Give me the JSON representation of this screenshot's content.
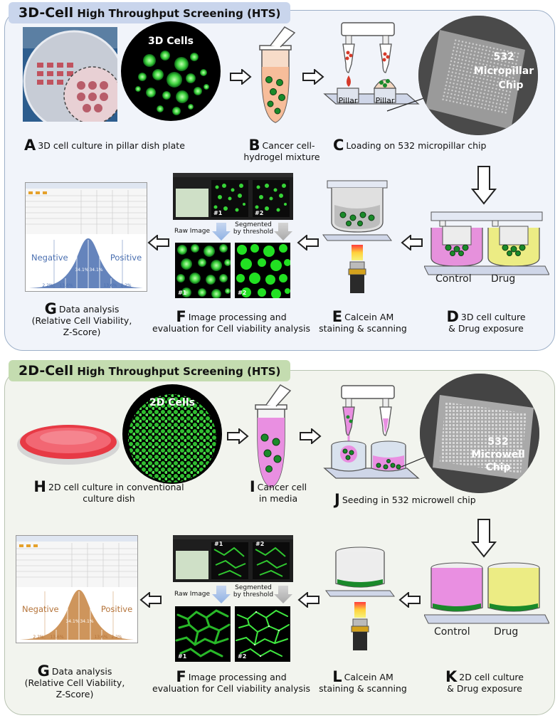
{
  "top": {
    "title_big": "3D-Cell",
    "title_small": " High Throughput Screening (HTS)",
    "cells_label": "3D Cells",
    "chip_label_1": "532",
    "chip_label_2": "Micropillar",
    "chip_label_3": "Chip",
    "pillar_label": "Pillar",
    "raw_image": "Raw Image",
    "segmented_1": "Segmented",
    "segmented_2": "by threshold",
    "tag_1": "#1",
    "tag_2": "#2",
    "control": "Control",
    "drug": "Drug",
    "negative": "Negative",
    "positive": "Positive",
    "pct_341": "34.1%",
    "pct_136": "13.6%",
    "pct_22": "2.2%",
    "captions": {
      "A": {
        "letter": "A",
        "text": "3D cell culture in pillar dish plate"
      },
      "B": {
        "letter": "B",
        "line1": "Cancer cell-",
        "line2": "hydrogel mixture"
      },
      "C": {
        "letter": "C",
        "text": "Loading on 532 micropillar chip"
      },
      "D": {
        "letter": "D",
        "line1": "3D cell culture",
        "line2": "& Drug exposure"
      },
      "E": {
        "letter": "E",
        "line1": "Calcein AM",
        "line2": "staining & scanning"
      },
      "F": {
        "letter": "F",
        "line1": "Image processing and",
        "line2": "evaluation for Cell viability analysis"
      },
      "G": {
        "letter": "G",
        "line1": "Data analysis",
        "line2": "(Relative Cell Viability,",
        "line3": "Z-Score)"
      }
    }
  },
  "bottom": {
    "title_big": "2D-Cell",
    "title_small": " High Throughput Screening (HTS)",
    "cells_label": "2D Cells",
    "chip_label_1": "532",
    "chip_label_2": "Microwell",
    "chip_label_3": "Chip",
    "raw_image": "Raw Image",
    "segmented_1": "Segmented",
    "segmented_2": "by threshold",
    "tag_1": "#1",
    "tag_2": "#2",
    "control": "Control",
    "drug": "Drug",
    "negative": "Negative",
    "positive": "Positive",
    "pct_341": "34.1%",
    "pct_136": "13.6%",
    "pct_22": "2.2%",
    "captions": {
      "H": {
        "letter": "H",
        "line1": "2D cell culture in conventional",
        "line2": "culture dish"
      },
      "I": {
        "letter": "I",
        "line1": "Cancer cell",
        "line2": "in media"
      },
      "J": {
        "letter": "J",
        "text": "Seeding in 532 microwell chip"
      },
      "K": {
        "letter": "K",
        "line1": "2D cell culture",
        "line2": "& Drug exposure"
      },
      "L": {
        "letter": "L",
        "line1": "Calcein AM",
        "line2": "staining & scanning"
      },
      "F": {
        "letter": "F",
        "line1": "Image processing and",
        "line2": "evaluation for Cell viability analysis"
      },
      "G": {
        "letter": "G",
        "line1": "Data analysis",
        "line2": "(Relative Cell Viability,",
        "line3": "Z-Score)"
      }
    }
  },
  "colors": {
    "top_panel": "#f1f4fa",
    "bottom_panel": "#f2f4ee",
    "top_title_bg": "#c9d5ec",
    "bottom_title_bg": "#c4dcb0",
    "cell_green": "#2ecc40",
    "chart_blue": "#4a6fb0",
    "chart_orange": "#c98a4a",
    "media_pink": "#e88ee0",
    "drug_yellow": "#eeee77"
  }
}
